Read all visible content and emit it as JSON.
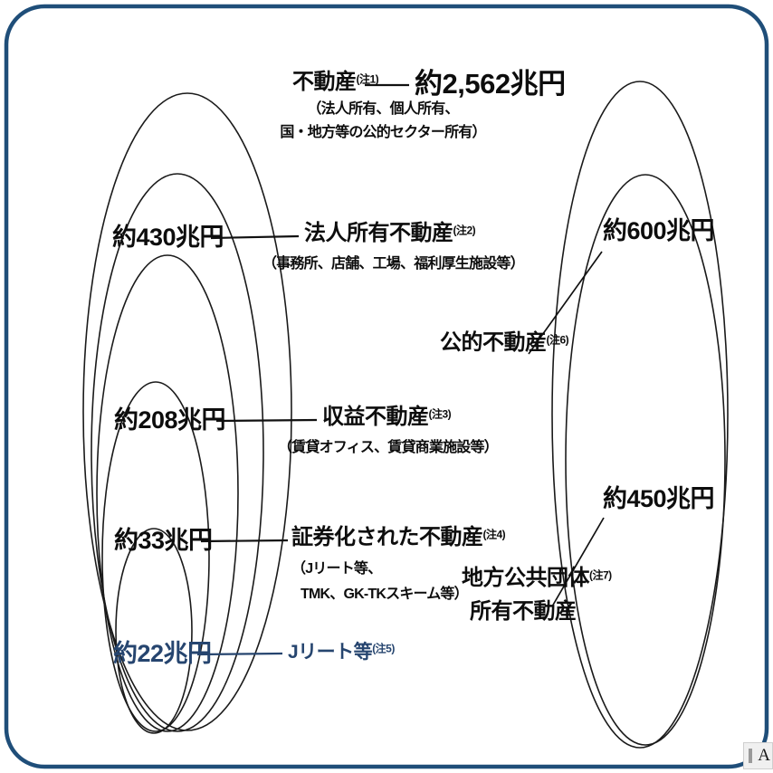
{
  "diagram": {
    "frame_color": "#1F4E79",
    "ellipse_color": "#1a1a1a",
    "accent_color": "#26456F"
  },
  "title": {
    "category": "不動産",
    "note": "(注1)",
    "amount": "約2,562兆円",
    "sub_line1": "（法人所有、個人所有、",
    "sub_line2": "国・地方等の公的セクター所有）"
  },
  "left_cluster": [
    {
      "amount": "約430兆円",
      "category": "法人所有不動産",
      "note": "(注2)",
      "sub": "（事務所、店舗、工場、福利厚生施設等）"
    },
    {
      "amount": "約208兆円",
      "category": "収益不動産",
      "note": "(注3)",
      "sub": "（賃貸オフィス、賃貸商業施設等）"
    },
    {
      "amount": "約33兆円",
      "category": "証券化された不動産",
      "note": "(注4)",
      "sub_line1": "（Jリート等、",
      "sub_line2": "TMK、GK-TKスキーム等）"
    },
    {
      "amount": "約22兆円",
      "category": "Jリート等",
      "note": "(注5)",
      "sub": ""
    }
  ],
  "right_cluster": [
    {
      "amount": "約600兆円",
      "category": "公的不動産",
      "note": "(注6)",
      "sub": ""
    },
    {
      "amount": "約450兆円",
      "category_line1": "地方公共団体",
      "category_line2": "所有不動産",
      "note": "(注7)",
      "sub": ""
    }
  ],
  "corner_widget": {
    "glyph": "A"
  }
}
